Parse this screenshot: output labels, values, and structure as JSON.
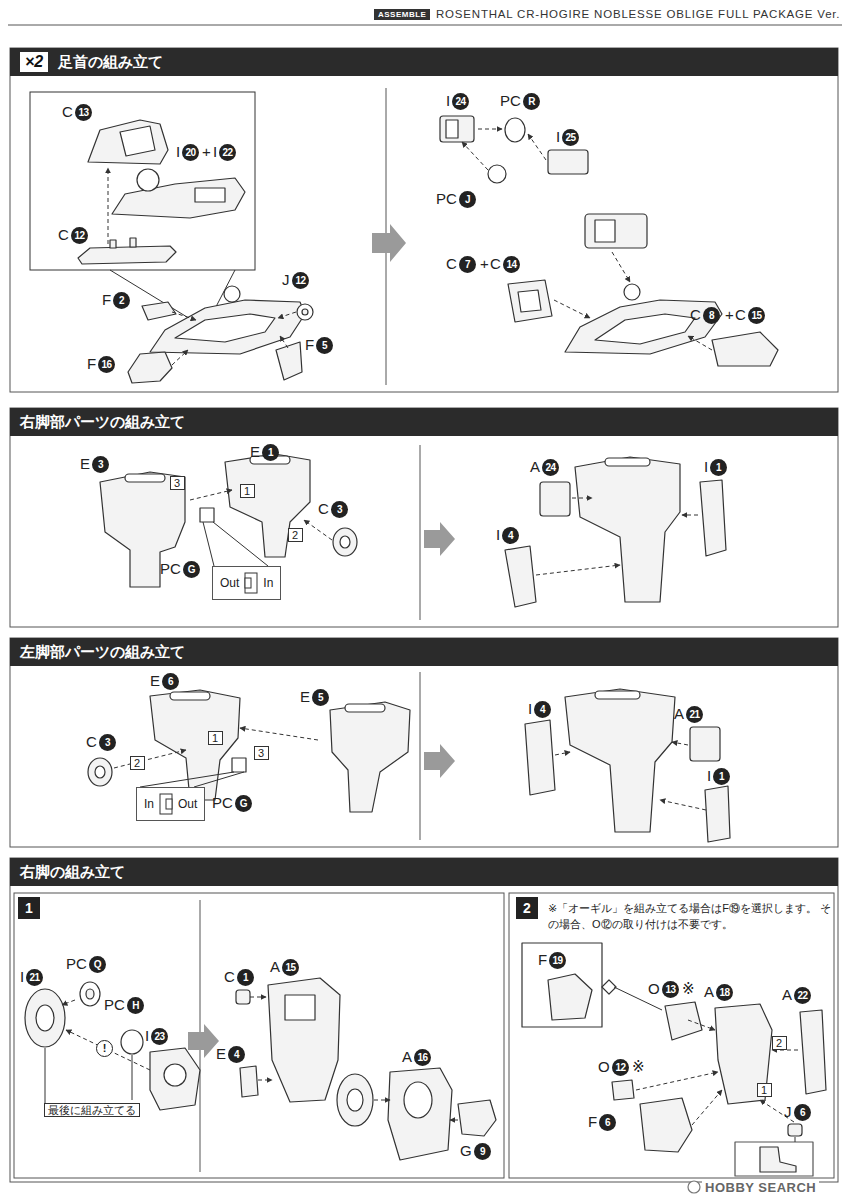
{
  "diagram": {
    "title": "ROSENTHAL CR-HOGIRE NOBLESSE OBLIGE FULL PACKAGE Ver.",
    "nodes": [
      {
        "text": [
          "×2",
          "足首の組み立て"
        ]
      },
      {
        "text": [
          "右脚部パーツの組み立て"
        ]
      },
      {
        "text": [
          "3"
        ]
      },
      {
        "text": [
          "1"
        ]
      },
      {
        "text": [
          "2"
        ]
      },
      {
        "text": [
          "Out",
          "In"
        ]
      },
      {
        "text": [
          "左脚部パーツの組み立て"
        ]
      },
      {
        "text": [
          "2"
        ]
      },
      {
        "text": [
          "1"
        ]
      },
      {
        "text": [
          "3"
        ]
      },
      {
        "text": [
          "In",
          "Out"
        ]
      },
      {
        "text": [
          "右脚の組み立て"
        ]
      },
      {
        "text": [
          "1"
        ]
      },
      {
        "text": [
          "!"
        ]
      },
      {
        "text": [
          "最後に組み立てる"
        ]
      },
      {
        "text": [
          "2"
        ]
      },
      {
        "text": [
          "2"
        ]
      },
      {
        "text": [
          "1"
        ]
      }
    ],
    "labels": [
      "ASSEMBLE",
      "C",
      "13",
      "I",
      "20",
      "+",
      "I",
      "22",
      "C",
      "12",
      "F",
      "2",
      "J",
      "12",
      "F",
      "16",
      "F",
      "5",
      "I",
      "24",
      "PC",
      "R",
      "I",
      "25",
      "PC",
      "J",
      "C",
      "7",
      "+",
      "C",
      "14",
      "C",
      "8",
      "+",
      "C",
      "15",
      "E",
      "3",
      "E",
      "1",
      "C",
      "3",
      "PC",
      "G",
      "A",
      "24",
      "I",
      "1",
      "I",
      "4",
      "E",
      "6",
      "E",
      "5",
      "C",
      "3",
      "PC",
      "G",
      "I",
      "4",
      "A",
      "21",
      "I",
      "1",
      "I",
      "21",
      "PC",
      "Q",
      "PC",
      "H",
      "I",
      "23",
      "C",
      "1",
      "A",
      "15",
      "E",
      "4",
      "A",
      "16",
      "G",
      "9",
      "※「オーギル」を組み立てる場合はF⑲を選択します。 その場合、O⑫の取り付けは不要です。",
      "F",
      "19",
      "O",
      "13",
      "※",
      "A",
      "18",
      "A",
      "22",
      "O",
      "12",
      "※",
      "F",
      "6",
      "J",
      "6",
      "HOBBY SEARCH"
    ]
  }
}
